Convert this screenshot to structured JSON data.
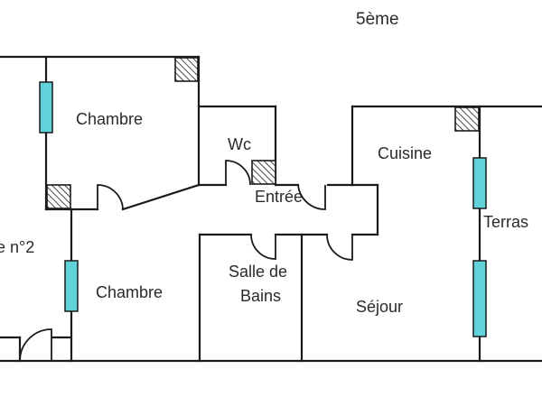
{
  "floor_label": "5ème",
  "rooms": {
    "chambre_top": "Chambre",
    "wc": "Wc",
    "entree": "Entrée",
    "cuisine": "Cuisine",
    "terrasse": "Terras",
    "appartement": "e n°2",
    "chambre_bottom": "Chambre",
    "salle_de_bains_line1": "Salle de",
    "salle_de_bains_line2": "Bains",
    "sejour": "Séjour"
  },
  "colors": {
    "wall": "#1a1a1a",
    "window": "#5fd3d8",
    "hatch": "#1a1a1a",
    "background": "#ffffff"
  }
}
